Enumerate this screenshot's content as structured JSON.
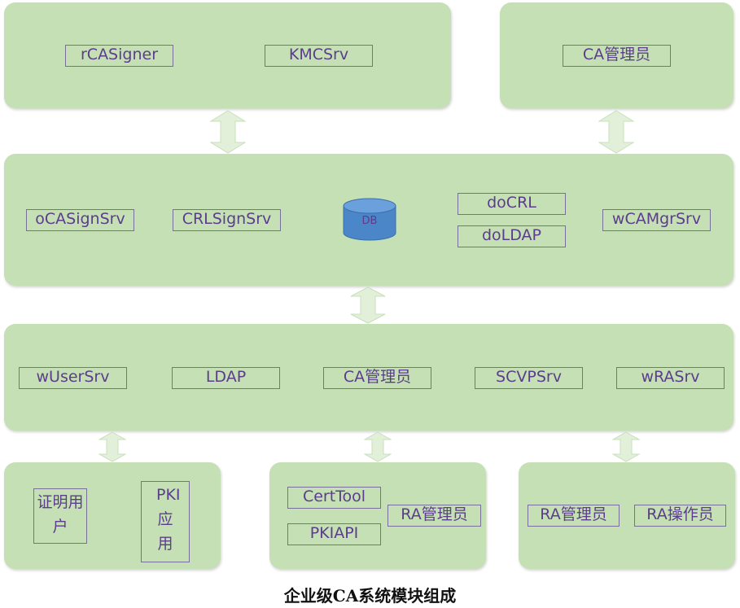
{
  "colors": {
    "panel": "#c5e0b4",
    "label_border": "#7a6f9b",
    "label_text": "#5b3d8c",
    "arrow_fill": "#e2f0d9",
    "arrow_stroke": "#c9dfbd",
    "db_fill": "#4a86c8"
  },
  "top_left": {
    "signer": "rCASigner",
    "kmc": "KMCSrv"
  },
  "top_right": {
    "admin": "CA管理员"
  },
  "middle": {
    "ocasign": "oCASignSrv",
    "crlsign": "CRLSignSrv",
    "db": "DB",
    "docrl": "doCRL",
    "doldap": "doLDAP",
    "wcamgr": "wCAMgrSrv"
  },
  "service": {
    "wuser": "wUserSrv",
    "ldap": "LDAP",
    "admin": "CA管理员",
    "scvp": "SCVPSrv",
    "wra": "wRASrv"
  },
  "bottom_left": {
    "cert_user": "证明用户",
    "pki_app": "PKI应用"
  },
  "bottom_mid": {
    "certtool": "CertTool",
    "pkiapi": "PKIAPI",
    "ra_admin": "RA管理员"
  },
  "bottom_right": {
    "ra_admin": "RA管理员",
    "ra_operator": "RA操作员"
  },
  "caption": "企业级CA系统模块组成"
}
